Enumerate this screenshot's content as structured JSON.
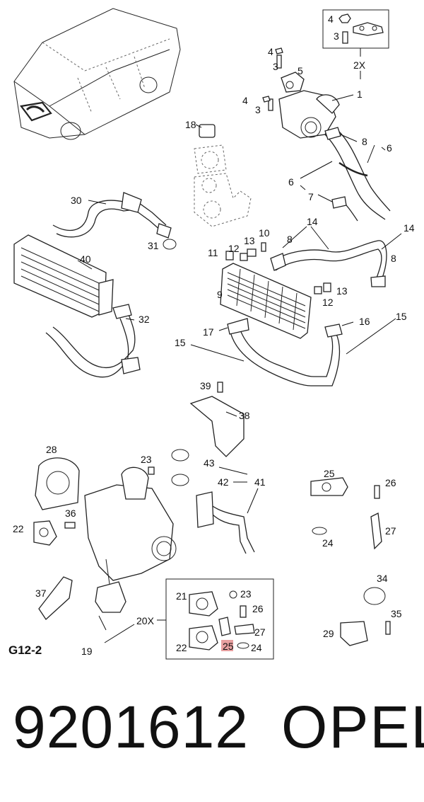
{
  "section_code": "G12-2",
  "part_number": "9201612",
  "brand": "OPEL",
  "callouts": [
    {
      "id": "c1",
      "text": "1"
    },
    {
      "id": "c2x",
      "text": "2X"
    },
    {
      "id": "c3a",
      "text": "3"
    },
    {
      "id": "c3b",
      "text": "3"
    },
    {
      "id": "c3c",
      "text": "3"
    },
    {
      "id": "c4a",
      "text": "4"
    },
    {
      "id": "c4b",
      "text": "4"
    },
    {
      "id": "c4c",
      "text": "4"
    },
    {
      "id": "c5",
      "text": "5"
    },
    {
      "id": "c6a",
      "text": "6"
    },
    {
      "id": "c6b",
      "text": "6"
    },
    {
      "id": "c7",
      "text": "7"
    },
    {
      "id": "c8a",
      "text": "8"
    },
    {
      "id": "c8b",
      "text": "8"
    },
    {
      "id": "c8c",
      "text": "8"
    },
    {
      "id": "c9",
      "text": "9"
    },
    {
      "id": "c10",
      "text": "10"
    },
    {
      "id": "c11",
      "text": "11"
    },
    {
      "id": "c12a",
      "text": "12"
    },
    {
      "id": "c12b",
      "text": "12"
    },
    {
      "id": "c13a",
      "text": "13"
    },
    {
      "id": "c13b",
      "text": "13"
    },
    {
      "id": "c14a",
      "text": "14"
    },
    {
      "id": "c14b",
      "text": "14"
    },
    {
      "id": "c15a",
      "text": "15"
    },
    {
      "id": "c15b",
      "text": "15"
    },
    {
      "id": "c16",
      "text": "16"
    },
    {
      "id": "c17",
      "text": "17"
    },
    {
      "id": "c18",
      "text": "18"
    },
    {
      "id": "c30",
      "text": "30"
    },
    {
      "id": "c31",
      "text": "31"
    },
    {
      "id": "c32",
      "text": "32"
    },
    {
      "id": "c40",
      "text": "40"
    },
    {
      "id": "c39",
      "text": "39"
    },
    {
      "id": "c38",
      "text": "38"
    },
    {
      "id": "c28",
      "text": "28"
    },
    {
      "id": "c23a",
      "text": "23"
    },
    {
      "id": "c43",
      "text": "43"
    },
    {
      "id": "c42",
      "text": "42"
    },
    {
      "id": "c41",
      "text": "41"
    },
    {
      "id": "c25a",
      "text": "25"
    },
    {
      "id": "c26a",
      "text": "26"
    },
    {
      "id": "c36",
      "text": "36"
    },
    {
      "id": "c22a",
      "text": "22"
    },
    {
      "id": "c24a",
      "text": "24"
    },
    {
      "id": "c27a",
      "text": "27"
    },
    {
      "id": "c34",
      "text": "34"
    },
    {
      "id": "c37",
      "text": "37"
    },
    {
      "id": "c21",
      "text": "21"
    },
    {
      "id": "c23b",
      "text": "23"
    },
    {
      "id": "c26b",
      "text": "26"
    },
    {
      "id": "c35",
      "text": "35"
    },
    {
      "id": "c20x",
      "text": "20X"
    },
    {
      "id": "c27b",
      "text": "27"
    },
    {
      "id": "c29",
      "text": "29"
    },
    {
      "id": "c22b",
      "text": "22"
    },
    {
      "id": "c25b",
      "text": "25"
    },
    {
      "id": "c24b",
      "text": "24"
    },
    {
      "id": "c19",
      "text": "19"
    }
  ],
  "highlight_color": "#e8a0a0"
}
